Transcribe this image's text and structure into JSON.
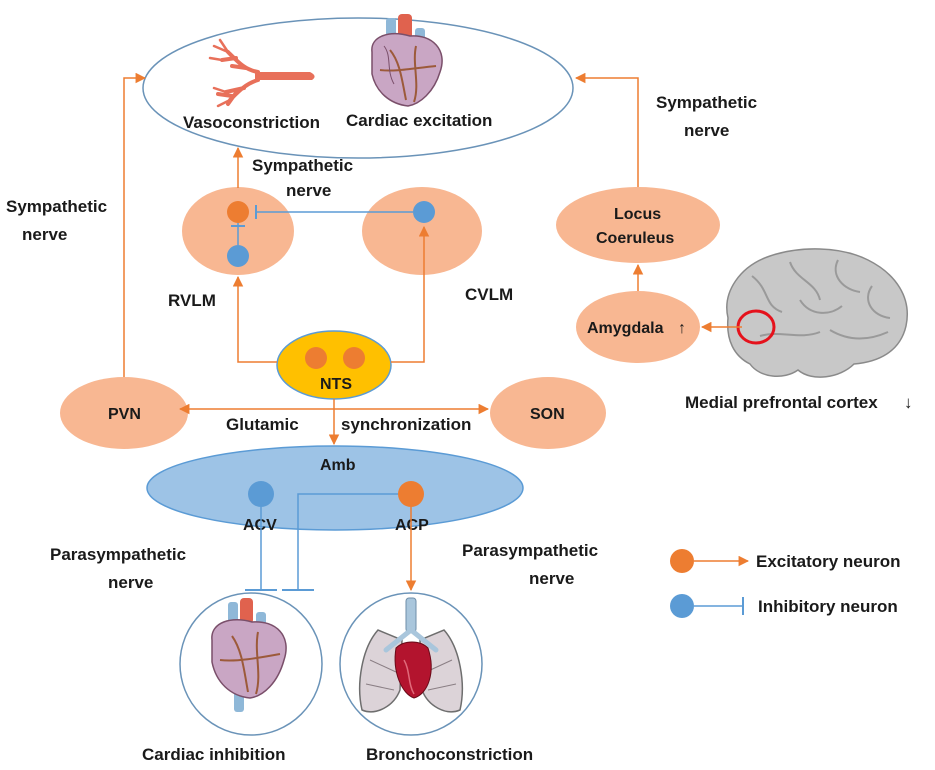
{
  "colors": {
    "orange": "#ED7D31",
    "orange_fill": "#F8B792",
    "blue": "#5B9BD5",
    "blue_fill": "#9DC3E6",
    "blue_stroke": "#5B9BD5",
    "yellow": "#FFC000",
    "outline_blue": "#6A93B8"
  },
  "labels": {
    "vasoconstriction": "Vasoconstriction",
    "cardiac_excitation": "Cardiac excitation",
    "sympathetic_top_line1": "Sympathetic",
    "sympathetic_top_line2": "nerve",
    "sympathetic_left_line1": "Sympathetic",
    "sympathetic_left_line2": "nerve",
    "sympathetic_right_line1": "Sympathetic",
    "sympathetic_right_line2": "nerve",
    "locus_line1": "Locus",
    "locus_line2": "Coeruleus",
    "rvlm": "RVLM",
    "cvlm": "CVLM",
    "amygdala": "Amygdala",
    "amygdala_arrow": "↑",
    "medial_prefrontal": "Medial prefrontal cortex",
    "medial_arrow": "↓",
    "nts": "NTS",
    "pvn": "PVN",
    "son": "SON",
    "glutamic": "Glutamic",
    "synchronization": "synchronization",
    "amb": "Amb",
    "acv": "ACV",
    "acp": "ACP",
    "parasym_left_line1": "Parasympathetic",
    "parasym_left_line2": "nerve",
    "parasym_right_line1": "Parasympathetic",
    "parasym_right_line2": "nerve",
    "cardiac_inhibition": "Cardiac inhibition",
    "bronchoconstriction": "Bronchoconstriction"
  },
  "legend": {
    "excitatory": "Excitatory neuron",
    "inhibitory": "Inhibitory neuron"
  },
  "icons": [
    "blood-vessel-icon",
    "heart-icon",
    "brain-icon",
    "lungs-icon"
  ]
}
